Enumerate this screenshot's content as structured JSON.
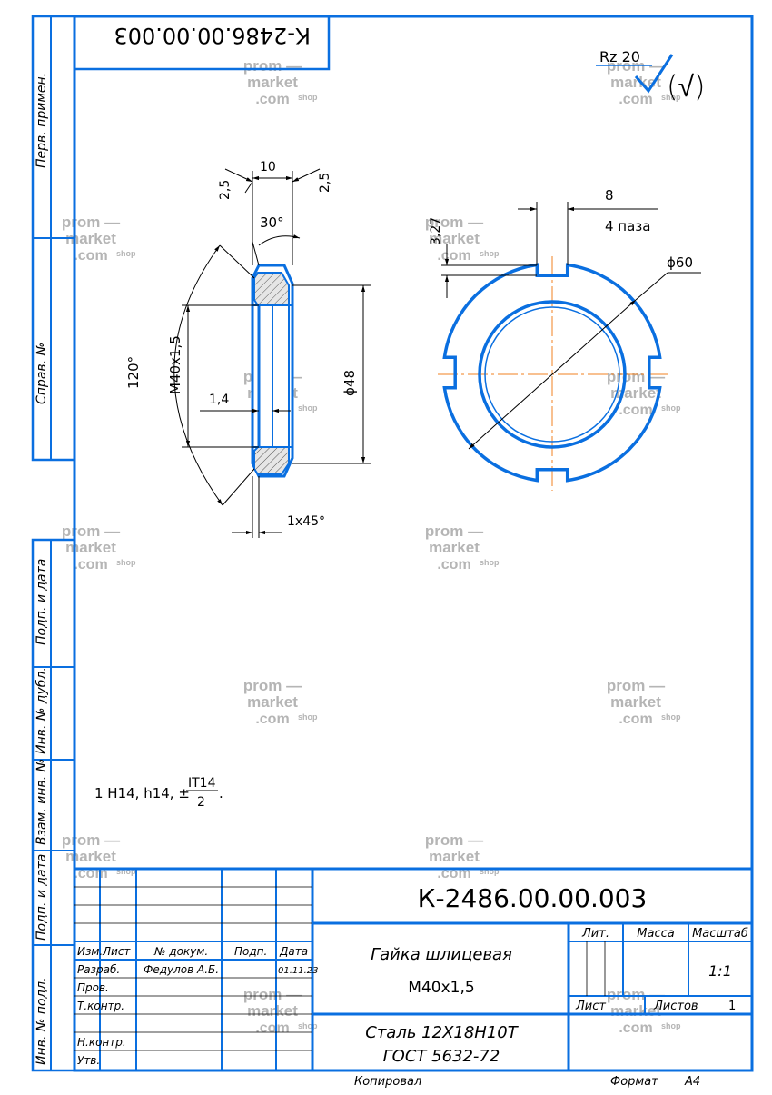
{
  "drawing": {
    "number": "К-2486.00.00.003",
    "number_rotated": "К-2486.00.00.003",
    "roughness": "Rz 20",
    "roughness_other": "(√)"
  },
  "dimensions": {
    "width_top": "10",
    "chamfer_left": "2,5",
    "chamfer_right": "2,5",
    "angle_30": "30°",
    "angle_120": "120°",
    "thread": "M40x1,5",
    "thickness": "1,4",
    "dia_48": "ϕ48",
    "chamfer_bottom": "1x45°",
    "slot_width": "8",
    "slots_count": "4 паза",
    "slot_depth": "3,27",
    "dia_60": "ϕ60"
  },
  "notes": {
    "tolerance_prefix": "1  H14, h14, ±",
    "fraction_num": "IT14",
    "fraction_den": "2",
    "fraction_suffix": "."
  },
  "side_labels": {
    "perv_primen": "Перв. примен.",
    "sprav_no": "Справ. №",
    "podp_data_1": "Подп. и дата",
    "inv_dubl": "Инв. № дубл.",
    "vzam_inv": "Взам. инв. №",
    "podp_data_2": "Подп. и дата",
    "inv_podl": "Инв. № подл."
  },
  "title_block": {
    "designation": "К-2486.00.00.003",
    "name_line1": "Гайка шлицевая",
    "name_line2": "M40x1,5",
    "material_line1": "Сталь 12Х18Н10Т",
    "material_line2": "ГОСТ 5632-72",
    "hdr_izm": "Изм.",
    "hdr_list": "Лист",
    "hdr_ndokum": "№ докум.",
    "hdr_podp": "Подп.",
    "hdr_data": "Дата",
    "razrab": "Разраб.",
    "razrab_name": "Федулов А.Б.",
    "razrab_date": "01.11.23",
    "prov": "Пров.",
    "tkontr": "Т.контр.",
    "nkontr": "Н.контр.",
    "utv": "Утв.",
    "lit": "Лит.",
    "massa": "Масса",
    "masshtab": "Масштаб",
    "scale_value": "1:1",
    "list_label": "Лист",
    "listov_label": "Листов",
    "listov_value": "1",
    "kopiroval": "Копировал",
    "format_label": "Формат",
    "format_value": "А4"
  },
  "watermark": {
    "line1": "prom —",
    "line2": "market",
    "line3": ".com",
    "line3b": "shop"
  },
  "colors": {
    "frame": "#0a6fe0",
    "centerline": "#f08020",
    "hatch_fill": "#d0d0d0",
    "watermark": "#b5b5b5"
  }
}
